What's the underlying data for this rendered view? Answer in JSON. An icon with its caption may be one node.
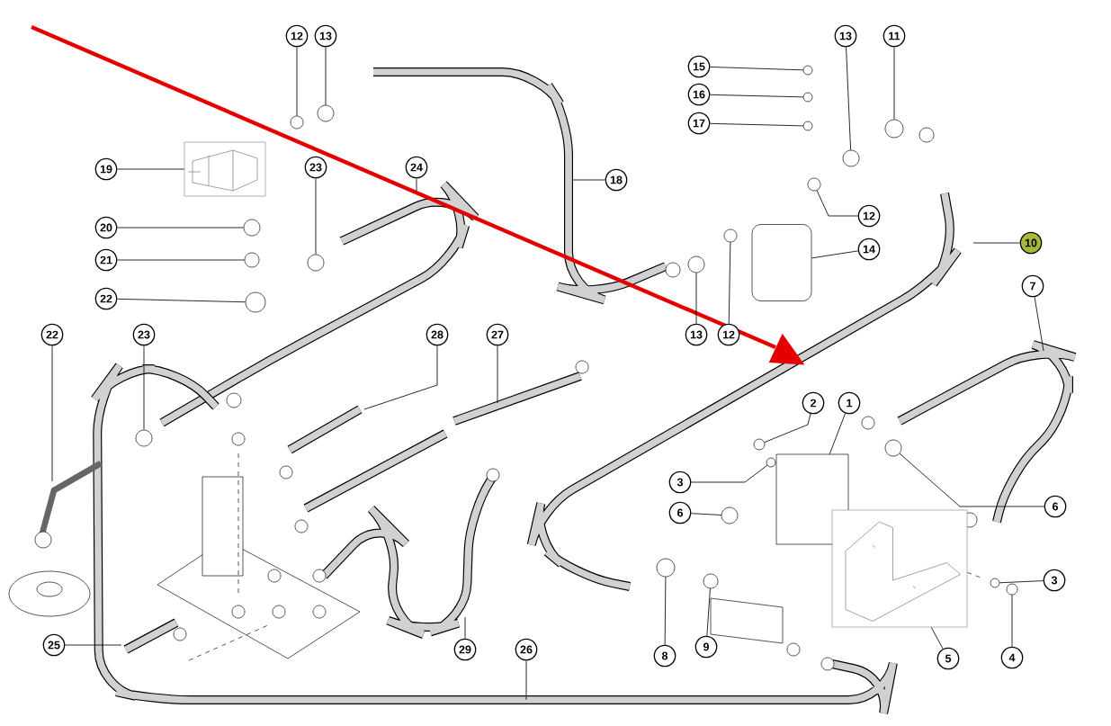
{
  "diagram": {
    "nodes": [
      {
        "text": [
          "12"
        ]
      },
      {
        "text": [
          "13"
        ]
      },
      {
        "text": [
          "13"
        ]
      },
      {
        "text": [
          "11"
        ]
      },
      {
        "text": [
          "15"
        ]
      },
      {
        "text": [
          "16"
        ]
      },
      {
        "text": [
          "17"
        ]
      },
      {
        "text": [
          "19"
        ]
      },
      {
        "text": [
          "23"
        ]
      },
      {
        "text": [
          "24"
        ]
      },
      {
        "text": [
          "18"
        ]
      },
      {
        "text": [
          "12"
        ]
      },
      {
        "text": [
          "20"
        ]
      },
      {
        "text": [
          "10"
        ]
      },
      {
        "text": [
          "14"
        ]
      },
      {
        "text": [
          "21"
        ]
      },
      {
        "text": [
          "7"
        ]
      },
      {
        "text": [
          "22"
        ]
      },
      {
        "text": [
          "22"
        ]
      },
      {
        "text": [
          "23"
        ]
      },
      {
        "text": [
          "28"
        ]
      },
      {
        "text": [
          "27"
        ]
      },
      {
        "text": [
          "13"
        ]
      },
      {
        "text": [
          "12"
        ]
      },
      {
        "text": [
          "2"
        ]
      },
      {
        "text": [
          "1"
        ]
      },
      {
        "text": [
          "3"
        ]
      },
      {
        "text": [
          "6"
        ]
      },
      {
        "text": [
          "6"
        ]
      },
      {
        "text": [
          "3"
        ]
      },
      {
        "text": [
          "25"
        ]
      },
      {
        "text": [
          "9"
        ]
      },
      {
        "text": [
          "29"
        ]
      },
      {
        "text": [
          "26"
        ]
      },
      {
        "text": [
          "8"
        ]
      },
      {
        "text": [
          "4"
        ]
      },
      {
        "text": [
          "5"
        ]
      },
      {
        "text": [],
        "shape": "circle"
      },
      {
        "text": [],
        "shape": "circle"
      },
      {
        "text": [],
        "shape": "circle"
      },
      {
        "text": [],
        "shape": "circle"
      },
      {
        "text": [],
        "shape": "circle"
      },
      {
        "text": [],
        "shape": "circle"
      },
      {
        "text": [],
        "shape": "circle"
      },
      {
        "text": [],
        "shape": "picture"
      },
      {
        "text": [],
        "shape": "circle"
      },
      {
        "text": [],
        "shape": "circle"
      },
      {
        "text": [],
        "shape": "circle"
      },
      {
        "text": [],
        "shape": "cylinder"
      },
      {
        "text": [],
        "shape": "circle"
      },
      {
        "text": [],
        "shape": "circle"
      },
      {
        "text": [],
        "shape": "circle"
      },
      {
        "text": [],
        "shape": "circle"
      },
      {
        "text": [],
        "shape": "circle"
      },
      {
        "text": [],
        "shape": "circle"
      },
      {
        "text": [],
        "shape": "box"
      },
      {
        "text": [],
        "shape": "circle"
      },
      {
        "text": [],
        "shape": "circle"
      },
      {
        "text": [],
        "shape": "circle"
      },
      {
        "text": [],
        "shape": "circle"
      },
      {
        "text": [],
        "shape": "circle"
      },
      {
        "text": [],
        "shape": "circle"
      },
      {
        "text": [],
        "shape": "circle"
      },
      {
        "text": [],
        "shape": "picture"
      }
    ],
    "edges": [
      {
        "from": 0,
        "to": 37,
        "arrow": "none"
      },
      {
        "from": 1,
        "to": 38,
        "arrow": "none"
      },
      {
        "from": 2,
        "to": 39,
        "arrow": "none"
      },
      {
        "from": 3,
        "to": 40,
        "arrow": "none"
      },
      {
        "from": 4,
        "to": 41,
        "arrow": "none"
      },
      {
        "from": 5,
        "to": 42,
        "arrow": "none"
      },
      {
        "from": 6,
        "to": 43,
        "arrow": "none"
      },
      {
        "from": 7,
        "to": 44,
        "arrow": "none"
      },
      {
        "from": 8,
        "to": 45,
        "arrow": "none"
      },
      {
        "from": 9,
        "to": null,
        "arrow": "none"
      },
      {
        "from": 10,
        "to": null,
        "arrow": "none"
      },
      {
        "from": 11,
        "to": 46,
        "arrow": "none"
      },
      {
        "from": 12,
        "to": 47,
        "arrow": "none"
      },
      {
        "from": 13,
        "to": null,
        "arrow": "none"
      },
      {
        "from": 14,
        "to": 48,
        "arrow": "none"
      },
      {
        "from": 15,
        "to": 49,
        "arrow": "none"
      },
      {
        "from": 16,
        "to": null,
        "arrow": "none"
      },
      {
        "from": 17,
        "to": 50,
        "arrow": "none"
      },
      {
        "from": 18,
        "to": null,
        "arrow": "none"
      },
      {
        "from": 19,
        "to": 51,
        "arrow": "none"
      },
      {
        "from": 20,
        "to": null,
        "arrow": "none"
      },
      {
        "from": 21,
        "to": null,
        "arrow": "none"
      },
      {
        "from": 22,
        "to": 52,
        "arrow": "none"
      },
      {
        "from": 23,
        "to": 53,
        "arrow": "none"
      },
      {
        "from": 24,
        "to": 54,
        "arrow": "none"
      },
      {
        "from": 25,
        "to": 55,
        "arrow": "none"
      },
      {
        "from": 26,
        "to": 56,
        "arrow": "none"
      },
      {
        "from": 27,
        "to": 57,
        "arrow": "none"
      },
      {
        "from": 28,
        "to": 58,
        "arrow": "none"
      },
      {
        "from": 29,
        "to": 59,
        "arrow": "none"
      },
      {
        "from": 30,
        "to": null,
        "arrow": "none"
      },
      {
        "from": 31,
        "to": 60,
        "arrow": "none"
      },
      {
        "from": 32,
        "to": null,
        "arrow": "none"
      },
      {
        "from": 33,
        "to": null,
        "arrow": "none"
      },
      {
        "from": 34,
        "to": 61,
        "arrow": "none"
      },
      {
        "from": 35,
        "to": 62,
        "arrow": "none"
      },
      {
        "from": 36,
        "to": 63,
        "arrow": "none"
      }
    ]
  }
}
